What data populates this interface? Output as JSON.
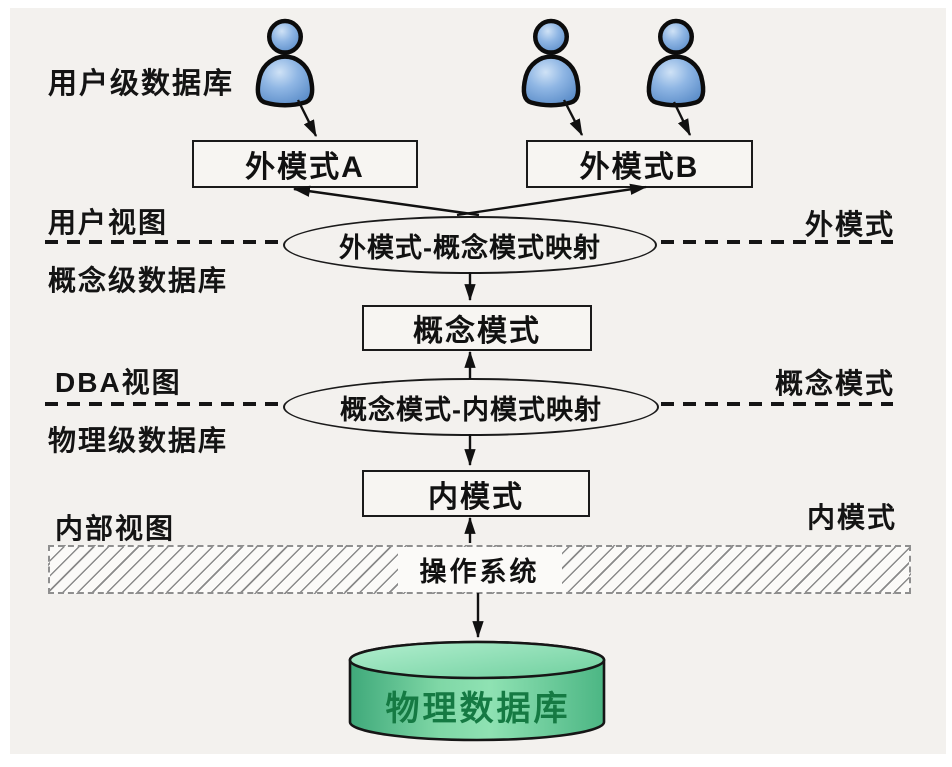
{
  "levels": {
    "user_db": "用户级数据库",
    "user_view": "用户视图",
    "concept_db": "概念级数据库",
    "dba_view": "DBA视图",
    "physical_db": "物理级数据库",
    "internal_view": "内部视图"
  },
  "schemas": {
    "external": "外模式",
    "conceptual": "概念模式",
    "internal": "内模式"
  },
  "boxes": {
    "external_a": "外模式A",
    "external_b": "外模式B",
    "conceptual": "概念模式",
    "internal": "内模式"
  },
  "mappings": {
    "external_conceptual": "外模式-概念模式映射",
    "conceptual_internal": "概念模式-内模式映射"
  },
  "os_bar": {
    "label": "操作系统"
  },
  "database": {
    "label": "物理数据库"
  },
  "colors": {
    "user_icon_blue": "#7fa9dc",
    "cylinder_green_light": "#8fe0b4",
    "cylinder_green_dark": "#44b07e",
    "db_text_green": "#157a43",
    "line_black": "#111111"
  }
}
